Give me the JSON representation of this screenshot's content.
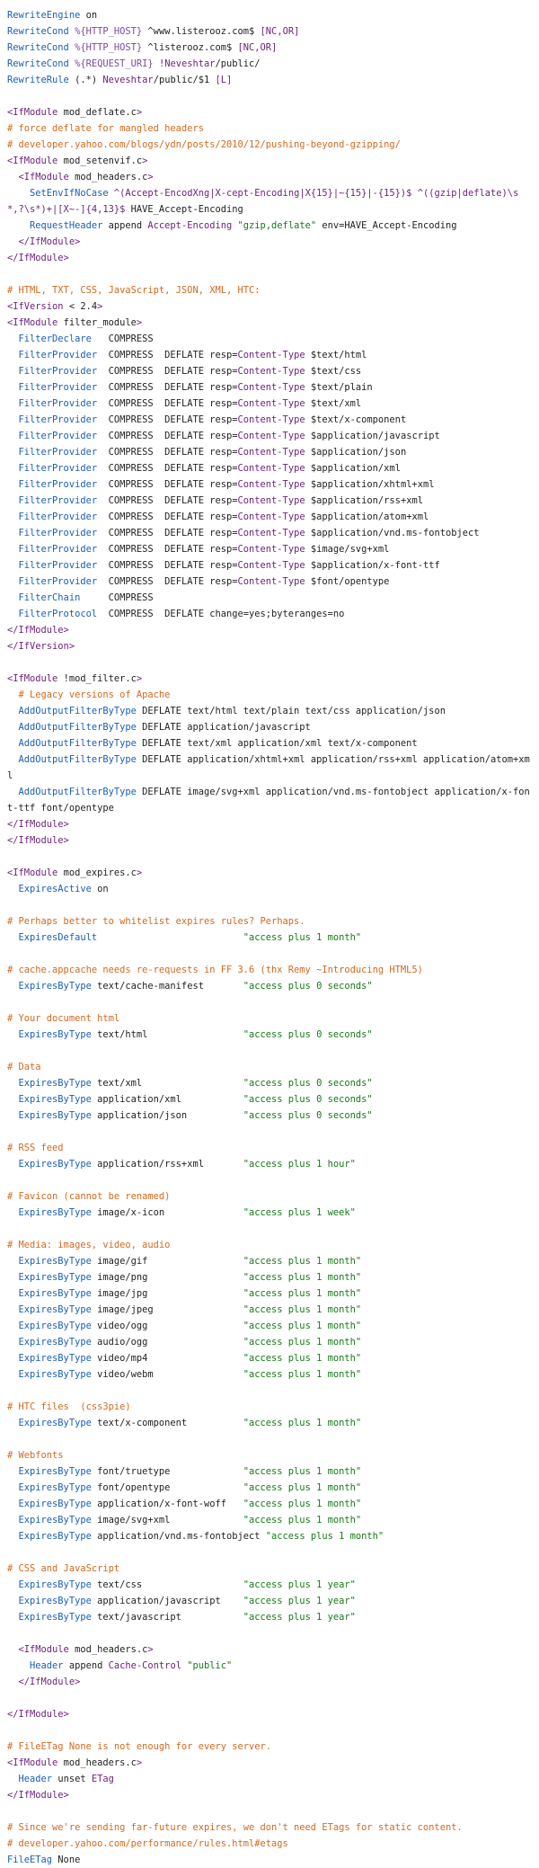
{
  "colors": {
    "comment": "#d2691e",
    "directive": "#1a5fb4",
    "tag": "#6b1f7a",
    "string": "#157a16",
    "variable": "#7a4b9c",
    "text": "#1f1f1f",
    "background": "#ffffff"
  },
  "lines": [
    [
      [
        "k",
        "RewriteEngine"
      ],
      [
        "p",
        " on"
      ]
    ],
    [
      [
        "k",
        "RewriteCond"
      ],
      [
        "p",
        " "
      ],
      [
        "v",
        "%{HTTP_HOST}"
      ],
      [
        "p",
        " ^www.listerooz.com$ "
      ],
      [
        "t",
        "[NC,OR]"
      ]
    ],
    [
      [
        "k",
        "RewriteCond"
      ],
      [
        "p",
        " "
      ],
      [
        "v",
        "%{HTTP_HOST}"
      ],
      [
        "p",
        " ^listerooz.com$ "
      ],
      [
        "t",
        "[NC,OR]"
      ]
    ],
    [
      [
        "k",
        "RewriteCond"
      ],
      [
        "p",
        " "
      ],
      [
        "v",
        "%{REQUEST_URI}"
      ],
      [
        "p",
        " "
      ],
      [
        "t",
        "!Neveshtar"
      ],
      [
        "p",
        "/public/"
      ]
    ],
    [
      [
        "k",
        "RewriteRule"
      ],
      [
        "p",
        " (.*) "
      ],
      [
        "t",
        "Neveshtar"
      ],
      [
        "p",
        "/public/$1 "
      ],
      [
        "t",
        "[L]"
      ]
    ],
    [],
    [
      [
        "t",
        "<IfModule"
      ],
      [
        "p",
        " mod_deflate.c"
      ],
      [
        "t",
        ">"
      ]
    ],
    [
      [
        "c",
        "# force deflate for mangled headers"
      ]
    ],
    [
      [
        "c",
        "# developer.yahoo.com/blogs/ydn/posts/2010/12/pushing-beyond-gzipping/"
      ]
    ],
    [
      [
        "t",
        "<IfModule"
      ],
      [
        "p",
        " mod_setenvif.c"
      ],
      [
        "t",
        ">"
      ]
    ],
    [
      [
        "p",
        "  "
      ],
      [
        "t",
        "<IfModule"
      ],
      [
        "p",
        " mod_headers.c"
      ],
      [
        "t",
        ">"
      ]
    ],
    [
      [
        "p",
        "    "
      ],
      [
        "k",
        "SetEnvIfNoCase"
      ],
      [
        "p",
        " "
      ],
      [
        "t",
        "^(Accept-EncodXng|X-cept-Encoding|X{15}|~{15}|-{15})$"
      ],
      [
        "p",
        " "
      ],
      [
        "t",
        "^((gzip|deflate)\\s*,?\\s*)+|[X~-]{4,13}$"
      ],
      [
        "p",
        " HAVE_Accept-Encoding"
      ]
    ],
    [
      [
        "p",
        "    "
      ],
      [
        "k",
        "RequestHeader"
      ],
      [
        "p",
        " append "
      ],
      [
        "t",
        "Accept-Encoding"
      ],
      [
        "p",
        " "
      ],
      [
        "s",
        "\"gzip,deflate\""
      ],
      [
        "p",
        " env=HAVE_Accept-Encoding"
      ]
    ],
    [
      [
        "p",
        "  "
      ],
      [
        "t",
        "</IfModule>"
      ]
    ],
    [
      [
        "t",
        "</IfModule>"
      ]
    ],
    [],
    [
      [
        "c",
        "# HTML, TXT, CSS, JavaScript, JSON, XML, HTC:"
      ]
    ],
    [
      [
        "t",
        "<IfVersion"
      ],
      [
        "p",
        " < 2.4"
      ],
      [
        "t",
        ">"
      ]
    ],
    [
      [
        "t",
        "<IfModule"
      ],
      [
        "p",
        " filter_module"
      ],
      [
        "t",
        ">"
      ]
    ],
    [
      [
        "p",
        "  "
      ],
      [
        "k",
        "FilterDeclare"
      ],
      [
        "p",
        "   COMPRESS"
      ]
    ],
    [
      [
        "p",
        "  "
      ],
      [
        "k",
        "FilterProvider"
      ],
      [
        "p",
        "  COMPRESS  DEFLATE resp="
      ],
      [
        "t",
        "Content-Type"
      ],
      [
        "p",
        " $text/html"
      ]
    ],
    [
      [
        "p",
        "  "
      ],
      [
        "k",
        "FilterProvider"
      ],
      [
        "p",
        "  COMPRESS  DEFLATE resp="
      ],
      [
        "t",
        "Content-Type"
      ],
      [
        "p",
        " $text/css"
      ]
    ],
    [
      [
        "p",
        "  "
      ],
      [
        "k",
        "FilterProvider"
      ],
      [
        "p",
        "  COMPRESS  DEFLATE resp="
      ],
      [
        "t",
        "Content-Type"
      ],
      [
        "p",
        " $text/plain"
      ]
    ],
    [
      [
        "p",
        "  "
      ],
      [
        "k",
        "FilterProvider"
      ],
      [
        "p",
        "  COMPRESS  DEFLATE resp="
      ],
      [
        "t",
        "Content-Type"
      ],
      [
        "p",
        " $text/xml"
      ]
    ],
    [
      [
        "p",
        "  "
      ],
      [
        "k",
        "FilterProvider"
      ],
      [
        "p",
        "  COMPRESS  DEFLATE resp="
      ],
      [
        "t",
        "Content-Type"
      ],
      [
        "p",
        " $text/x-component"
      ]
    ],
    [
      [
        "p",
        "  "
      ],
      [
        "k",
        "FilterProvider"
      ],
      [
        "p",
        "  COMPRESS  DEFLATE resp="
      ],
      [
        "t",
        "Content-Type"
      ],
      [
        "p",
        " $application/javascript"
      ]
    ],
    [
      [
        "p",
        "  "
      ],
      [
        "k",
        "FilterProvider"
      ],
      [
        "p",
        "  COMPRESS  DEFLATE resp="
      ],
      [
        "t",
        "Content-Type"
      ],
      [
        "p",
        " $application/json"
      ]
    ],
    [
      [
        "p",
        "  "
      ],
      [
        "k",
        "FilterProvider"
      ],
      [
        "p",
        "  COMPRESS  DEFLATE resp="
      ],
      [
        "t",
        "Content-Type"
      ],
      [
        "p",
        " $application/xml"
      ]
    ],
    [
      [
        "p",
        "  "
      ],
      [
        "k",
        "FilterProvider"
      ],
      [
        "p",
        "  COMPRESS  DEFLATE resp="
      ],
      [
        "t",
        "Content-Type"
      ],
      [
        "p",
        " $application/xhtml+xml"
      ]
    ],
    [
      [
        "p",
        "  "
      ],
      [
        "k",
        "FilterProvider"
      ],
      [
        "p",
        "  COMPRESS  DEFLATE resp="
      ],
      [
        "t",
        "Content-Type"
      ],
      [
        "p",
        " $application/rss+xml"
      ]
    ],
    [
      [
        "p",
        "  "
      ],
      [
        "k",
        "FilterProvider"
      ],
      [
        "p",
        "  COMPRESS  DEFLATE resp="
      ],
      [
        "t",
        "Content-Type"
      ],
      [
        "p",
        " $application/atom+xml"
      ]
    ],
    [
      [
        "p",
        "  "
      ],
      [
        "k",
        "FilterProvider"
      ],
      [
        "p",
        "  COMPRESS  DEFLATE resp="
      ],
      [
        "t",
        "Content-Type"
      ],
      [
        "p",
        " $application/vnd.ms-fontobject"
      ]
    ],
    [
      [
        "p",
        "  "
      ],
      [
        "k",
        "FilterProvider"
      ],
      [
        "p",
        "  COMPRESS  DEFLATE resp="
      ],
      [
        "t",
        "Content-Type"
      ],
      [
        "p",
        " $image/svg+xml"
      ]
    ],
    [
      [
        "p",
        "  "
      ],
      [
        "k",
        "FilterProvider"
      ],
      [
        "p",
        "  COMPRESS  DEFLATE resp="
      ],
      [
        "t",
        "Content-Type"
      ],
      [
        "p",
        " $application/x-font-ttf"
      ]
    ],
    [
      [
        "p",
        "  "
      ],
      [
        "k",
        "FilterProvider"
      ],
      [
        "p",
        "  COMPRESS  DEFLATE resp="
      ],
      [
        "t",
        "Content-Type"
      ],
      [
        "p",
        " $font/opentype"
      ]
    ],
    [
      [
        "p",
        "  "
      ],
      [
        "k",
        "FilterChain"
      ],
      [
        "p",
        "     COMPRESS"
      ]
    ],
    [
      [
        "p",
        "  "
      ],
      [
        "k",
        "FilterProtocol"
      ],
      [
        "p",
        "  COMPRESS  DEFLATE change=yes;byteranges=no"
      ]
    ],
    [
      [
        "t",
        "</IfModule>"
      ]
    ],
    [
      [
        "t",
        "</IfVersion>"
      ]
    ],
    [],
    [
      [
        "t",
        "<IfModule"
      ],
      [
        "p",
        " !mod_filter.c"
      ],
      [
        "t",
        ">"
      ]
    ],
    [
      [
        "p",
        "  "
      ],
      [
        "c",
        "# Legacy versions of Apache"
      ]
    ],
    [
      [
        "p",
        "  "
      ],
      [
        "k",
        "AddOutputFilterByType"
      ],
      [
        "p",
        " DEFLATE text/html text/plain text/css application/json"
      ]
    ],
    [
      [
        "p",
        "  "
      ],
      [
        "k",
        "AddOutputFilterByType"
      ],
      [
        "p",
        " DEFLATE application/javascript"
      ]
    ],
    [
      [
        "p",
        "  "
      ],
      [
        "k",
        "AddOutputFilterByType"
      ],
      [
        "p",
        " DEFLATE text/xml application/xml text/x-component"
      ]
    ],
    [
      [
        "p",
        "  "
      ],
      [
        "k",
        "AddOutputFilterByType"
      ],
      [
        "p",
        " DEFLATE application/xhtml+xml application/rss+xml application/atom+xml"
      ]
    ],
    [
      [
        "p",
        "  "
      ],
      [
        "k",
        "AddOutputFilterByType"
      ],
      [
        "p",
        " DEFLATE image/svg+xml application/vnd.ms-fontobject application/x-font-ttf font/opentype"
      ]
    ],
    [
      [
        "t",
        "</IfModule>"
      ]
    ],
    [
      [
        "t",
        "</IfModule>"
      ]
    ],
    [],
    [
      [
        "t",
        "<IfModule"
      ],
      [
        "p",
        " mod_expires.c"
      ],
      [
        "t",
        ">"
      ]
    ],
    [
      [
        "p",
        "  "
      ],
      [
        "k",
        "ExpiresActive"
      ],
      [
        "p",
        " on"
      ]
    ],
    [],
    [
      [
        "c",
        "# Perhaps better to whitelist expires rules? Perhaps."
      ]
    ],
    [
      [
        "p",
        "  "
      ],
      [
        "k",
        "ExpiresDefault"
      ],
      [
        "p",
        "                          "
      ],
      [
        "s",
        "\"access plus 1 month\""
      ]
    ],
    [],
    [
      [
        "c",
        "# cache.appcache needs re-requests in FF 3.6 (thx Remy ~Introducing HTML5)"
      ]
    ],
    [
      [
        "p",
        "  "
      ],
      [
        "k",
        "ExpiresByType"
      ],
      [
        "p",
        " text/cache-manifest       "
      ],
      [
        "s",
        "\"access plus 0 seconds\""
      ]
    ],
    [],
    [
      [
        "c",
        "# Your document html"
      ]
    ],
    [
      [
        "p",
        "  "
      ],
      [
        "k",
        "ExpiresByType"
      ],
      [
        "p",
        " text/html                 "
      ],
      [
        "s",
        "\"access plus 0 seconds\""
      ]
    ],
    [],
    [
      [
        "c",
        "# Data"
      ]
    ],
    [
      [
        "p",
        "  "
      ],
      [
        "k",
        "ExpiresByType"
      ],
      [
        "p",
        " text/xml                  "
      ],
      [
        "s",
        "\"access plus 0 seconds\""
      ]
    ],
    [
      [
        "p",
        "  "
      ],
      [
        "k",
        "ExpiresByType"
      ],
      [
        "p",
        " application/xml           "
      ],
      [
        "s",
        "\"access plus 0 seconds\""
      ]
    ],
    [
      [
        "p",
        "  "
      ],
      [
        "k",
        "ExpiresByType"
      ],
      [
        "p",
        " application/json          "
      ],
      [
        "s",
        "\"access plus 0 seconds\""
      ]
    ],
    [],
    [
      [
        "c",
        "# RSS feed"
      ]
    ],
    [
      [
        "p",
        "  "
      ],
      [
        "k",
        "ExpiresByType"
      ],
      [
        "p",
        " application/rss+xml       "
      ],
      [
        "s",
        "\"access plus 1 hour\""
      ]
    ],
    [],
    [
      [
        "c",
        "# Favicon (cannot be renamed)"
      ]
    ],
    [
      [
        "p",
        "  "
      ],
      [
        "k",
        "ExpiresByType"
      ],
      [
        "p",
        " image/x-icon              "
      ],
      [
        "s",
        "\"access plus 1 week\""
      ]
    ],
    [],
    [
      [
        "c",
        "# Media: images, video, audio"
      ]
    ],
    [
      [
        "p",
        "  "
      ],
      [
        "k",
        "ExpiresByType"
      ],
      [
        "p",
        " image/gif                 "
      ],
      [
        "s",
        "\"access plus 1 month\""
      ]
    ],
    [
      [
        "p",
        "  "
      ],
      [
        "k",
        "ExpiresByType"
      ],
      [
        "p",
        " image/png                 "
      ],
      [
        "s",
        "\"access plus 1 month\""
      ]
    ],
    [
      [
        "p",
        "  "
      ],
      [
        "k",
        "ExpiresByType"
      ],
      [
        "p",
        " image/jpg                 "
      ],
      [
        "s",
        "\"access plus 1 month\""
      ]
    ],
    [
      [
        "p",
        "  "
      ],
      [
        "k",
        "ExpiresByType"
      ],
      [
        "p",
        " image/jpeg                "
      ],
      [
        "s",
        "\"access plus 1 month\""
      ]
    ],
    [
      [
        "p",
        "  "
      ],
      [
        "k",
        "ExpiresByType"
      ],
      [
        "p",
        " video/ogg                 "
      ],
      [
        "s",
        "\"access plus 1 month\""
      ]
    ],
    [
      [
        "p",
        "  "
      ],
      [
        "k",
        "ExpiresByType"
      ],
      [
        "p",
        " audio/ogg                 "
      ],
      [
        "s",
        "\"access plus 1 month\""
      ]
    ],
    [
      [
        "p",
        "  "
      ],
      [
        "k",
        "ExpiresByType"
      ],
      [
        "p",
        " video/mp4                 "
      ],
      [
        "s",
        "\"access plus 1 month\""
      ]
    ],
    [
      [
        "p",
        "  "
      ],
      [
        "k",
        "ExpiresByType"
      ],
      [
        "p",
        " video/webm                "
      ],
      [
        "s",
        "\"access plus 1 month\""
      ]
    ],
    [],
    [
      [
        "c",
        "# HTC files  (css3pie)"
      ]
    ],
    [
      [
        "p",
        "  "
      ],
      [
        "k",
        "ExpiresByType"
      ],
      [
        "p",
        " text/x-component          "
      ],
      [
        "s",
        "\"access plus 1 month\""
      ]
    ],
    [],
    [
      [
        "c",
        "# Webfonts"
      ]
    ],
    [
      [
        "p",
        "  "
      ],
      [
        "k",
        "ExpiresByType"
      ],
      [
        "p",
        " font/truetype             "
      ],
      [
        "s",
        "\"access plus 1 month\""
      ]
    ],
    [
      [
        "p",
        "  "
      ],
      [
        "k",
        "ExpiresByType"
      ],
      [
        "p",
        " font/opentype             "
      ],
      [
        "s",
        "\"access plus 1 month\""
      ]
    ],
    [
      [
        "p",
        "  "
      ],
      [
        "k",
        "ExpiresByType"
      ],
      [
        "p",
        " application/x-font-woff   "
      ],
      [
        "s",
        "\"access plus 1 month\""
      ]
    ],
    [
      [
        "p",
        "  "
      ],
      [
        "k",
        "ExpiresByType"
      ],
      [
        "p",
        " image/svg+xml             "
      ],
      [
        "s",
        "\"access plus 1 month\""
      ]
    ],
    [
      [
        "p",
        "  "
      ],
      [
        "k",
        "ExpiresByType"
      ],
      [
        "p",
        " application/vnd.ms-fontobject "
      ],
      [
        "s",
        "\"access plus 1 month\""
      ]
    ],
    [],
    [
      [
        "c",
        "# CSS and JavaScript"
      ]
    ],
    [
      [
        "p",
        "  "
      ],
      [
        "k",
        "ExpiresByType"
      ],
      [
        "p",
        " text/css                  "
      ],
      [
        "s",
        "\"access plus 1 year\""
      ]
    ],
    [
      [
        "p",
        "  "
      ],
      [
        "k",
        "ExpiresByType"
      ],
      [
        "p",
        " application/javascript    "
      ],
      [
        "s",
        "\"access plus 1 year\""
      ]
    ],
    [
      [
        "p",
        "  "
      ],
      [
        "k",
        "ExpiresByType"
      ],
      [
        "p",
        " text/javascript           "
      ],
      [
        "s",
        "\"access plus 1 year\""
      ]
    ],
    [],
    [
      [
        "p",
        "  "
      ],
      [
        "t",
        "<IfModule"
      ],
      [
        "p",
        " mod_headers.c"
      ],
      [
        "t",
        ">"
      ]
    ],
    [
      [
        "p",
        "    "
      ],
      [
        "k",
        "Header"
      ],
      [
        "p",
        " append "
      ],
      [
        "t",
        "Cache-Control"
      ],
      [
        "p",
        " "
      ],
      [
        "s",
        "\"public\""
      ]
    ],
    [
      [
        "p",
        "  "
      ],
      [
        "t",
        "</IfModule>"
      ]
    ],
    [],
    [
      [
        "t",
        "</IfModule>"
      ]
    ],
    [],
    [
      [
        "c",
        "# FileETag None is not enough for every server."
      ]
    ],
    [
      [
        "t",
        "<IfModule"
      ],
      [
        "p",
        " mod_headers.c"
      ],
      [
        "t",
        ">"
      ]
    ],
    [
      [
        "p",
        "  "
      ],
      [
        "k",
        "Header"
      ],
      [
        "p",
        " unset "
      ],
      [
        "t",
        "ETag"
      ]
    ],
    [
      [
        "t",
        "</IfModule>"
      ]
    ],
    [],
    [
      [
        "c",
        "# Since we're sending far-future expires, we don't need ETags for static content."
      ]
    ],
    [
      [
        "c",
        "# developer.yahoo.com/performance/rules.html#etags"
      ]
    ],
    [
      [
        "k",
        "FileETag"
      ],
      [
        "p",
        " None"
      ]
    ]
  ]
}
